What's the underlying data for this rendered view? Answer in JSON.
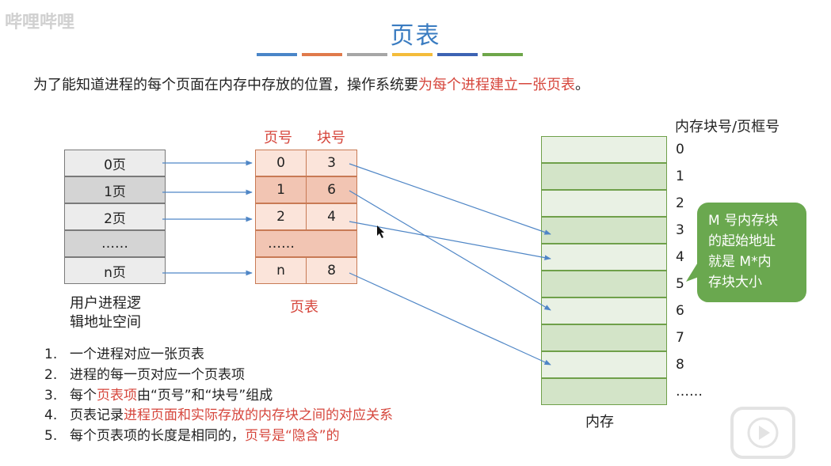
{
  "watermark": "哔哩哔哩",
  "title": "页表",
  "title_bar_colors": [
    "#4a86c8",
    "#e07a4b",
    "#a6a6a6",
    "#f4bc3a",
    "#3d63b3",
    "#6ea64a"
  ],
  "intro": {
    "plain": "为了能知道进程的每个页面在内存中存放的位置，操作系统要",
    "highlight": "为每个进程建立一张页表",
    "end": "。"
  },
  "logical_space": {
    "cells": [
      "0页",
      "1页",
      "2页",
      "……",
      "n页"
    ],
    "caption_line1": "用户进程逻",
    "caption_line2": "辑地址空间"
  },
  "page_table": {
    "header_page": "页号",
    "header_block": "块号",
    "rows": [
      {
        "page": "0",
        "block": "3"
      },
      {
        "page": "1",
        "block": "6"
      },
      {
        "page": "2",
        "block": "4"
      },
      {
        "page": "……",
        "block": ""
      },
      {
        "page": "n",
        "block": "8"
      }
    ],
    "caption": "页表"
  },
  "memory": {
    "header": "内存块号/页框号",
    "row_labels": [
      "0",
      "1",
      "2",
      "3",
      "4",
      "5",
      "6",
      "7",
      "8",
      "……"
    ],
    "caption": "内存"
  },
  "callout": {
    "lines": [
      "M 号内存块",
      "的起始地址",
      "就是 M*内",
      "存块大小"
    ]
  },
  "notes": [
    {
      "num": "1.",
      "parts": [
        {
          "text": "一个进程对应一张页表",
          "red": false
        }
      ]
    },
    {
      "num": "2.",
      "parts": [
        {
          "text": "进程的每一页对应一个页表项",
          "red": false
        }
      ]
    },
    {
      "num": "3.",
      "parts": [
        {
          "text": "每个",
          "red": false
        },
        {
          "text": "页表项",
          "red": true
        },
        {
          "text": "由“页号”和“块号”组成",
          "red": false
        }
      ]
    },
    {
      "num": "4.",
      "parts": [
        {
          "text": "页表记录",
          "red": false
        },
        {
          "text": "进程页面和实际存放的内存块之间的对应关系",
          "red": true
        }
      ]
    },
    {
      "num": "5.",
      "parts": [
        {
          "text": "每个页表项的长度是相同的，",
          "red": false
        },
        {
          "text": "页号是“隐含”的",
          "red": true
        }
      ]
    }
  ],
  "colors": {
    "title": "#3a7cc1",
    "highlight_red": "#d6463c",
    "logical_gray_light": "#ececec",
    "logical_gray_dark": "#d4d4d4",
    "table_light": "#fbe4da",
    "table_dark": "#f2c5b3",
    "memory_light": "#e9f1e4",
    "memory_dark": "#d3e4c8",
    "arrow": "#4f86c6",
    "callout": "#6aa84f"
  }
}
